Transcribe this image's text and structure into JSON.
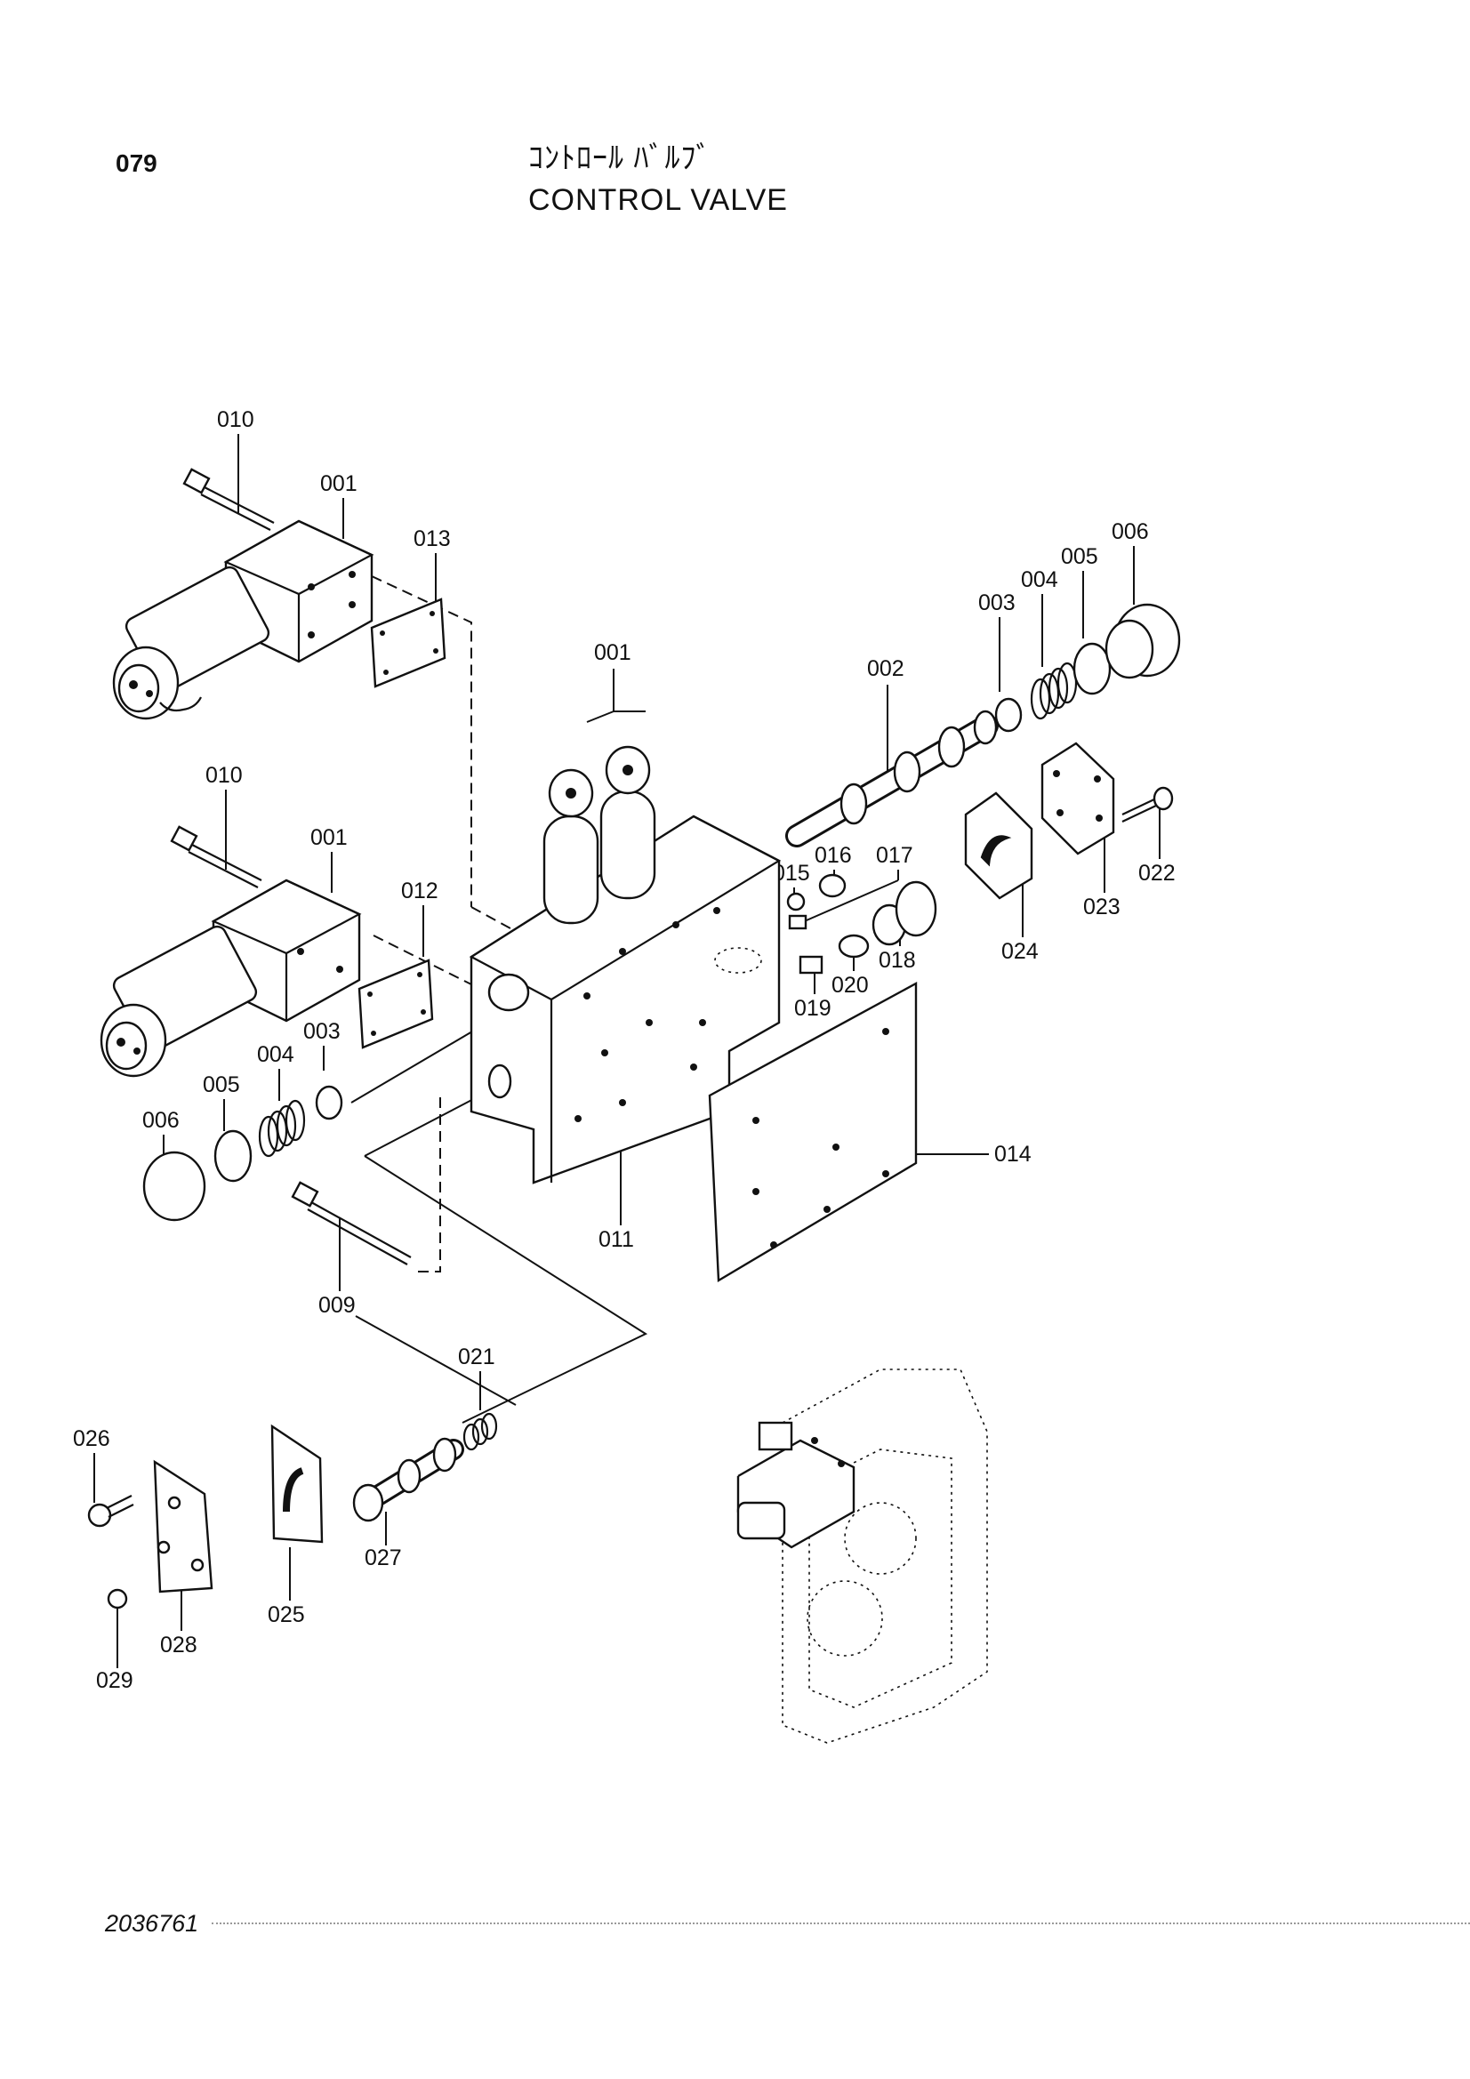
{
  "header": {
    "page_number": "079",
    "title_jp": "ｺﾝﾄﾛｰﾙ ﾊﾞﾙﾌﾞ",
    "title_en": "CONTROL VALVE"
  },
  "footer": {
    "document_number": "2036761"
  },
  "callouts": [
    "010",
    "001",
    "013",
    "001",
    "002",
    "003",
    "004",
    "005",
    "006",
    "010",
    "001",
    "012",
    "015",
    "016",
    "017",
    "023",
    "022",
    "024",
    "003",
    "004",
    "005",
    "006",
    "018",
    "020",
    "019",
    "014",
    "011",
    "009",
    "021",
    "026",
    "027",
    "025",
    "028",
    "029"
  ]
}
